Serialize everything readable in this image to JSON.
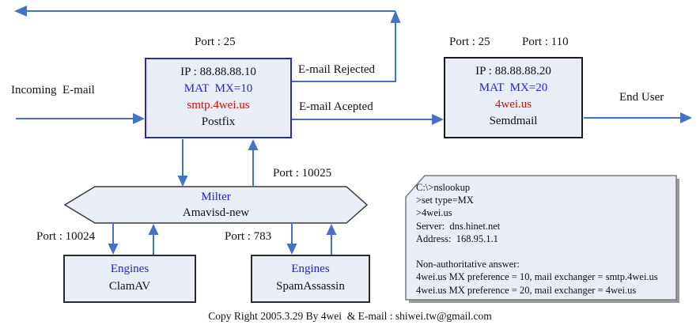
{
  "diagram": {
    "labels": {
      "incoming": "Incoming  E-mail",
      "rejected": "E-mail Rejected",
      "accepted": "E-mail Acepted",
      "end_user": "End User",
      "copyright": "Copy Right 2005.3.29 By 4wei  & E-mail : shiwei.tw@gmail.com"
    },
    "ports": {
      "postfix_smtp": "Port : 25",
      "sendmail_smtp": "Port : 25",
      "sendmail_pop3": "Port : 110",
      "milter": "Port : 10025",
      "clamav": "Port : 10024",
      "spamassassin": "Port : 783"
    },
    "nodes": {
      "postfix": {
        "ip": "IP : 88.88.88.10",
        "mx": "MAT  MX=10",
        "host": "smtp.4wei.us",
        "name": "Postfix"
      },
      "sendmail": {
        "ip": "IP : 88.88.88.20",
        "mx": "MAT  MX=20",
        "host": "4wei.us",
        "name": "Semdmail"
      },
      "milter": {
        "role": "Milter",
        "name": "Amavisd-new"
      },
      "clamav": {
        "role": "Engines",
        "name": "ClamAV"
      },
      "spamassassin": {
        "role": "Engines",
        "name": "SpamAssassin"
      }
    },
    "nslookup": {
      "lines": [
        "C:\\>nslookup",
        ">set type=MX",
        ">4wei.us",
        "Server:  dns.hinet.net",
        "Address:  168.95.1.1",
        "",
        "Non-authoritative answer:",
        "4wei.us MX preference = 10, mail exchanger = smtp.4wei.us",
        "4wei.us MX preference = 20, mail exchanger = 4wei.us"
      ]
    },
    "colors": {
      "arrow_blue": "#4472c4",
      "box_fill": "#e9edf6",
      "postfix_border": "#2a2ab2",
      "blue_text": "#2323cc",
      "red_text": "#cc1111"
    }
  }
}
